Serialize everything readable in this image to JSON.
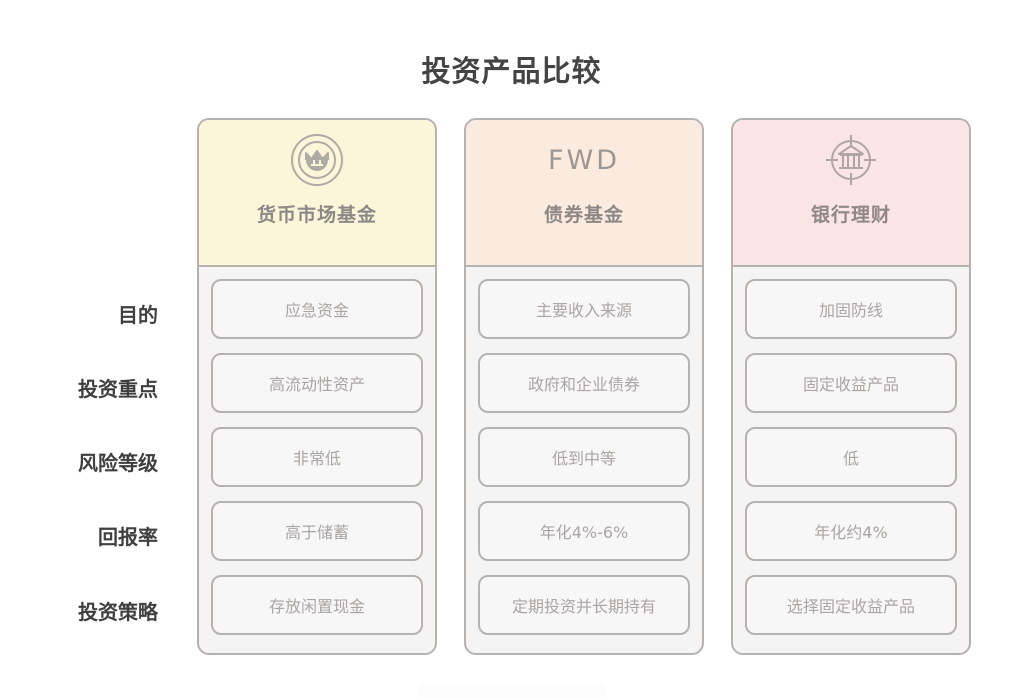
{
  "page": {
    "title": "投资产品比较",
    "background": "#ffffff"
  },
  "rows": [
    {
      "label": "目的"
    },
    {
      "label": "投资重点"
    },
    {
      "label": "风险等级"
    },
    {
      "label": "回报率"
    },
    {
      "label": "投资策略"
    }
  ],
  "columns": [
    {
      "title": "货币市场基金",
      "logo_type": "coin-m-icon",
      "logo_text": "",
      "header_color": "#fbf6d9",
      "cells": [
        "应急资金",
        "高流动性资产",
        "非常低",
        "高于储蓄",
        "存放闲置现金"
      ]
    },
    {
      "title": "债券基金",
      "logo_type": "fwd-wordmark",
      "logo_text": "FWD",
      "header_color": "#fbeade",
      "cells": [
        "主要收入来源",
        "政府和企业债券",
        "低到中等",
        "年化4%-6%",
        "定期投资并长期持有"
      ]
    },
    {
      "title": "银行理财",
      "logo_type": "bank-target-icon",
      "logo_text": "",
      "header_color": "#fbe5e4",
      "cells": [
        "加固防线",
        "固定收益产品",
        "低",
        "年化约4%",
        "选择固定收益产品"
      ]
    }
  ],
  "colors": {
    "border": "#b5b2b0",
    "cell_text": "#a9a6a4",
    "title_text": "#444444",
    "card_title_text": "#8d8886",
    "card_body_bg": "#f4f4f4",
    "cell_bg": "#f7f7f7"
  }
}
